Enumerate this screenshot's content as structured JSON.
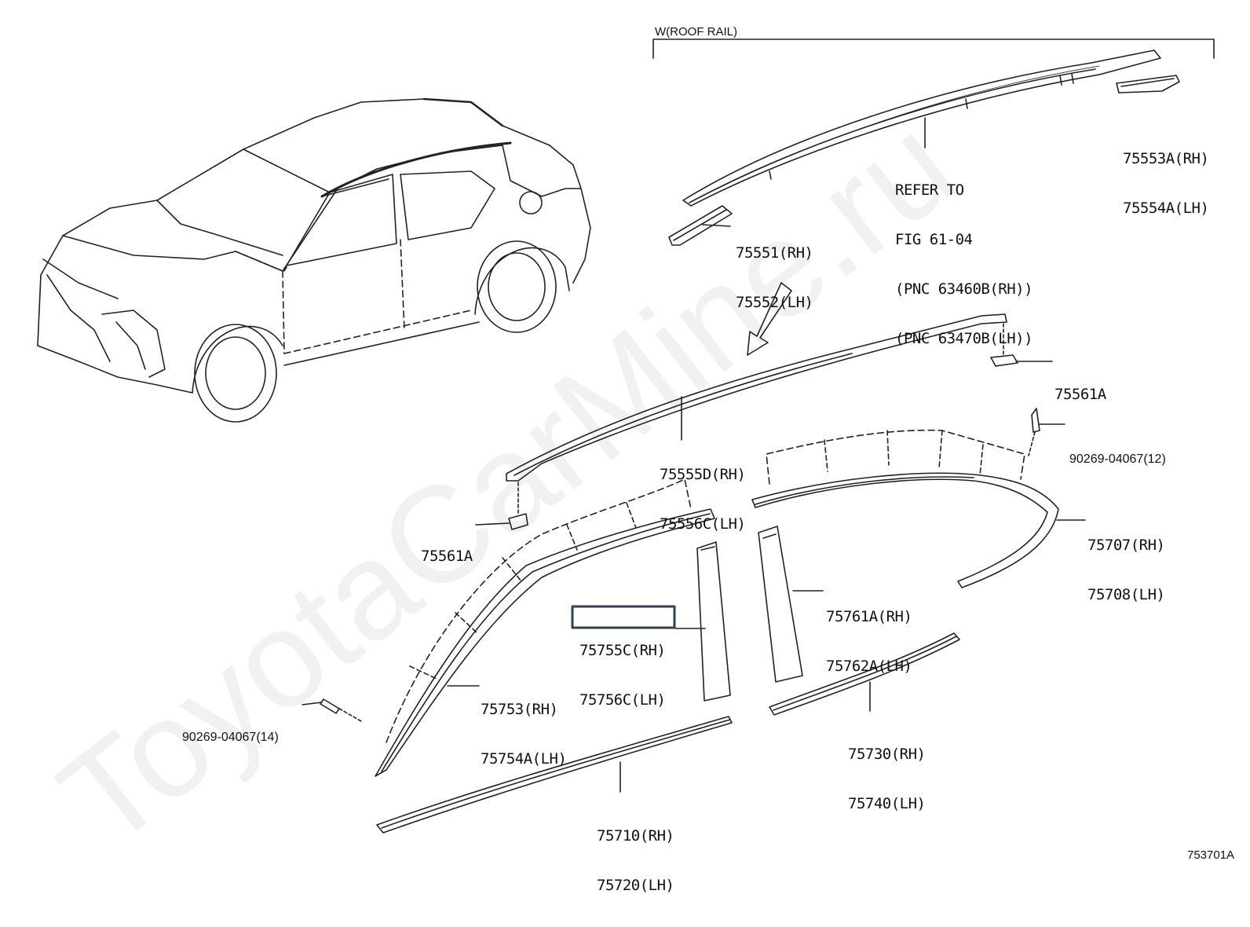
{
  "watermark": "ToyotaCarMine.ru",
  "group_label": "W(ROOF RAIL)",
  "figure_id": "753701A",
  "refer": {
    "line1": "REFER TO",
    "line2": "FIG 61-04",
    "line3": "(PNC 63460B(RH))",
    "line4": "(PNC 63470B(LH))"
  },
  "parts": {
    "p75553": {
      "rh": "75553A(RH)",
      "lh": "75554A(LH)"
    },
    "p75551": {
      "rh": "75551(RH)",
      "lh": "75552(LH)"
    },
    "p75561_top": {
      "label": "75561A"
    },
    "p75555": {
      "rh": "75555D(RH)",
      "lh": "75556C(LH)"
    },
    "p90269_top": {
      "label": "90269-04067(12)"
    },
    "p75561_left": {
      "label": "75561A"
    },
    "p75707": {
      "rh": "75707(RH)",
      "lh": "75708(LH)"
    },
    "p75761": {
      "rh": "75761A(RH)",
      "lh": "75762A(LH)"
    },
    "p75755": {
      "rh": "75755C(RH)",
      "lh": "75756C(LH)"
    },
    "p75753": {
      "rh": "75753(RH)",
      "lh": "75754A(LH)"
    },
    "p90269_left": {
      "label": "90269-04067(14)"
    },
    "p75730": {
      "rh": "75730(RH)",
      "lh": "75740(LH)"
    },
    "p75710": {
      "rh": "75710(RH)",
      "lh": "75720(LH)"
    }
  },
  "colors": {
    "line": "#222222",
    "highlight": "#2f4152"
  }
}
